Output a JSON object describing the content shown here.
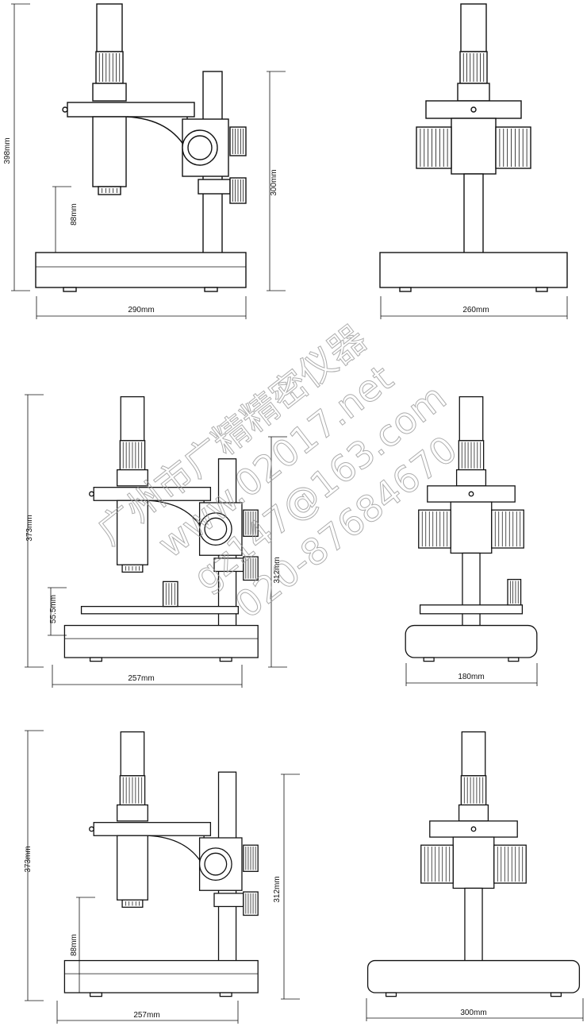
{
  "views": [
    {
      "name": "side-view-1",
      "dims": {
        "height": "398mm",
        "working": "88mm",
        "column": "300mm",
        "width": "290mm"
      }
    },
    {
      "name": "front-view-1",
      "dims": {
        "width": "260mm"
      }
    },
    {
      "name": "side-view-2",
      "dims": {
        "height": "373mm",
        "working": "55.5mm",
        "column": "312mm",
        "width": "257mm"
      }
    },
    {
      "name": "front-view-2",
      "dims": {
        "width": "180mm"
      }
    },
    {
      "name": "side-view-3",
      "dims": {
        "height": "373mm",
        "working": "88mm",
        "column": "312mm",
        "width": "257mm"
      }
    },
    {
      "name": "front-view-3",
      "dims": {
        "width": "300mm"
      }
    }
  ],
  "watermark": {
    "company": "广州市广精精密仪器",
    "website": "www.02017.net",
    "email": "gz147@163.com",
    "phone": "020-87684670"
  }
}
